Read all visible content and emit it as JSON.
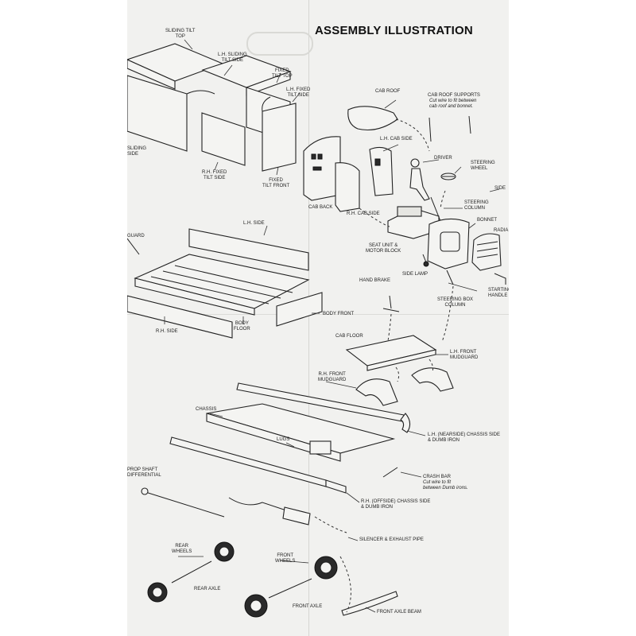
{
  "title": "ASSEMBLY ILLUSTRATION",
  "labels": {
    "sliding_tilt_top": "SLIDING TILT\nTOP",
    "lh_sliding_tilt_side": "L.H. SLIDING\nTILT SIDE",
    "fixed_tilt_top": "FIXED\nTILT TOP",
    "lh_fixed_tilt_side": "L.H. FIXED\nTILT SIDE",
    "sliding_side": "SLIDING\nSIDE",
    "rh_fixed_tilt_side": "R.H. FIXED\nTILT SIDE",
    "fixed_tilt_front": "FIXED\nTILT FRONT",
    "cab_roof": "CAB ROOF",
    "cab_roof_supports": "CAB ROOF SUPPORTS",
    "cab_roof_supports_note": "Cut wire to fit between\ncab roof and bonnet.",
    "lh_cab_side": "L.H. CAB SIDE",
    "driver": "DRIVER",
    "steering_wheel": "STEERING\nWHEEL",
    "side": "SIDE",
    "cab_back": "CAB BACK",
    "rh_cab_side": "R.H. CAB SIDE",
    "steering_column": "STEERING\nCOLUMN",
    "bonnet": "BONNET",
    "radiator": "RADIA",
    "seat_unit": "SEAT UNIT &\nMOTOR BLOCK",
    "side_lamp": "SIDE LAMP",
    "starting_handle": "STARTING\nHANDLE",
    "lh_side": "L.H. SIDE",
    "guard": "GUARD",
    "hand_brake": "HAND BRAKE",
    "steering_box_column": "STEERING BOX\nCOLUMN",
    "body_front": "BODY FRONT",
    "rh_side": "R.H. SIDE",
    "body_floor": "BODY\nFLOOR",
    "cab_floor": "CAB FLOOR",
    "lh_front_mudguard": "L.H. FRONT\nMUDGUARD",
    "rh_front_mudguard": "R.H. FRONT\nMUDGUARD",
    "chassis": "CHASSIS",
    "lh_chassis_side": "L.H. (NEARSIDE) CHASSIS SIDE\n& DUMB IRON",
    "lugs": "LUGS",
    "prop_shaft": "PROP SHAFT\nDIFFERENTIAL",
    "crash_bar": "CRASH BAR",
    "crash_bar_note": "Cut wire to fit\nbetween Dumb irons.",
    "rh_chassis_side": "R.H. (OFFSIDE) CHASSIS SIDE\n& DUMB IRON",
    "silencer": "SILENCER & EXHAUST PIPE",
    "rear_wheels": "REAR\nWHEELS",
    "front_wheels": "FRONT\nWHEELS",
    "rear_axle": "REAR AXLE",
    "front_axle": "FRONT AXLE",
    "front_axle_beam": "FRONT AXLE BEAM"
  }
}
